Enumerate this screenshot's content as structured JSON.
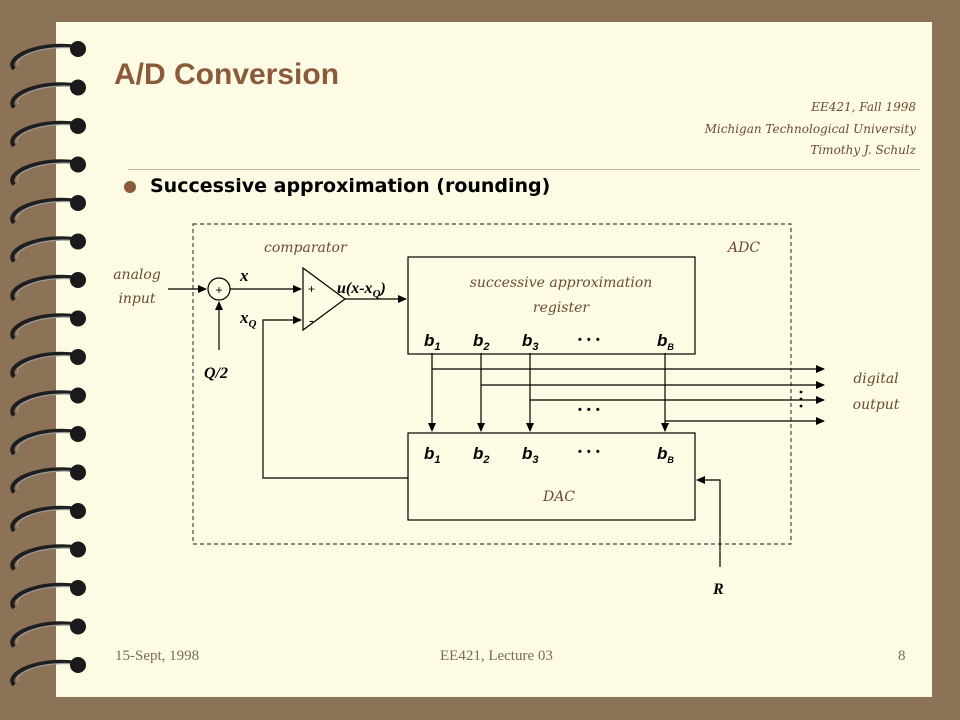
{
  "slide": {
    "title": "A/D Conversion",
    "course_lines": [
      "EE421, Fall 1998",
      "Michigan Technological University",
      "Timothy J. Schulz"
    ],
    "bullet": "Successive approximation (rounding)"
  },
  "diagram": {
    "labels": {
      "comparator": "comparator",
      "adc": "ADC",
      "analog_input_1": "analog",
      "analog_input_2": "input",
      "x": "x",
      "xq": "x",
      "xq_sub": "Q",
      "q_half": "Q/2",
      "summer_sign": "+",
      "comp_plus": "+",
      "comp_minus": "-",
      "u_prefix": "u(x-x",
      "u_sub": "Q",
      "u_suffix": ")",
      "sar_1": "successive approximation",
      "sar_2": "register",
      "dac": "DAC",
      "digital_1": "digital",
      "digital_2": "output",
      "r": "R",
      "dots": "• • •"
    },
    "bits": [
      {
        "base": "b",
        "sub": "1"
      },
      {
        "base": "b",
        "sub": "2"
      },
      {
        "base": "b",
        "sub": "3"
      },
      {
        "base": "b",
        "sub": "B"
      }
    ]
  },
  "footer": {
    "date": "15-Sept, 1998",
    "course": "EE421, Lecture 03",
    "page": "8"
  }
}
